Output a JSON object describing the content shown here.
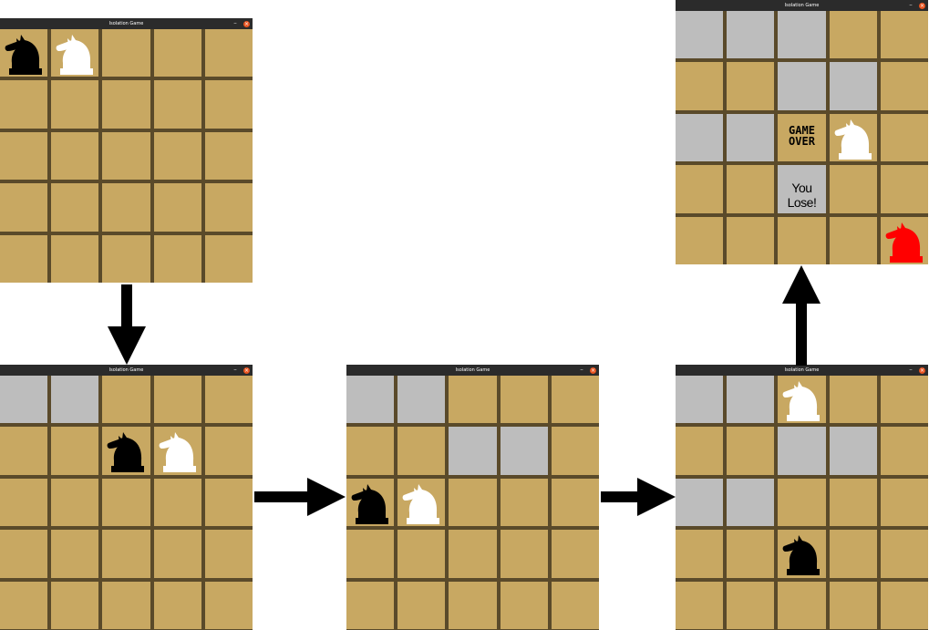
{
  "window_title": "Isolation Game",
  "controls": {
    "minimize": "–",
    "close": "×"
  },
  "colors": {
    "tile": "#c8a862",
    "visited": "#bdbdbd",
    "grid_line": "#5a4a2a",
    "titlebar": "#2b2b2b",
    "close": "#e95420",
    "black_knight": "#000000",
    "white_knight": "#ffffff",
    "lost_knight": "#ff0000"
  },
  "game_over": {
    "title": "GAME OVER",
    "message": "You Lose!"
  },
  "boards": [
    {
      "id": "board-1",
      "visited": [],
      "black_knight": [
        0,
        0
      ],
      "white_knight": [
        0,
        1
      ]
    },
    {
      "id": "board-2",
      "visited": [
        [
          0,
          0
        ],
        [
          0,
          1
        ]
      ],
      "black_knight": [
        1,
        2
      ],
      "white_knight": [
        1,
        3
      ]
    },
    {
      "id": "board-3",
      "visited": [
        [
          0,
          0
        ],
        [
          0,
          1
        ],
        [
          1,
          2
        ],
        [
          1,
          3
        ]
      ],
      "black_knight": [
        2,
        0
      ],
      "white_knight": [
        2,
        1
      ]
    },
    {
      "id": "board-4",
      "visited": [
        [
          0,
          0
        ],
        [
          0,
          1
        ],
        [
          1,
          2
        ],
        [
          1,
          3
        ],
        [
          2,
          0
        ],
        [
          2,
          1
        ]
      ],
      "black_knight": [
        3,
        2
      ],
      "white_knight": [
        0,
        2
      ]
    },
    {
      "id": "board-5",
      "visited": [
        [
          0,
          0
        ],
        [
          0,
          1
        ],
        [
          0,
          2
        ],
        [
          1,
          2
        ],
        [
          1,
          3
        ],
        [
          2,
          0
        ],
        [
          2,
          1
        ],
        [
          3,
          2
        ]
      ],
      "red_knight": [
        4,
        4
      ],
      "white_knight": [
        2,
        3
      ],
      "game_over_cell": [
        2,
        2
      ],
      "lose_cell": [
        3,
        2
      ]
    }
  ],
  "arrows": [
    "down",
    "right",
    "right",
    "up"
  ]
}
